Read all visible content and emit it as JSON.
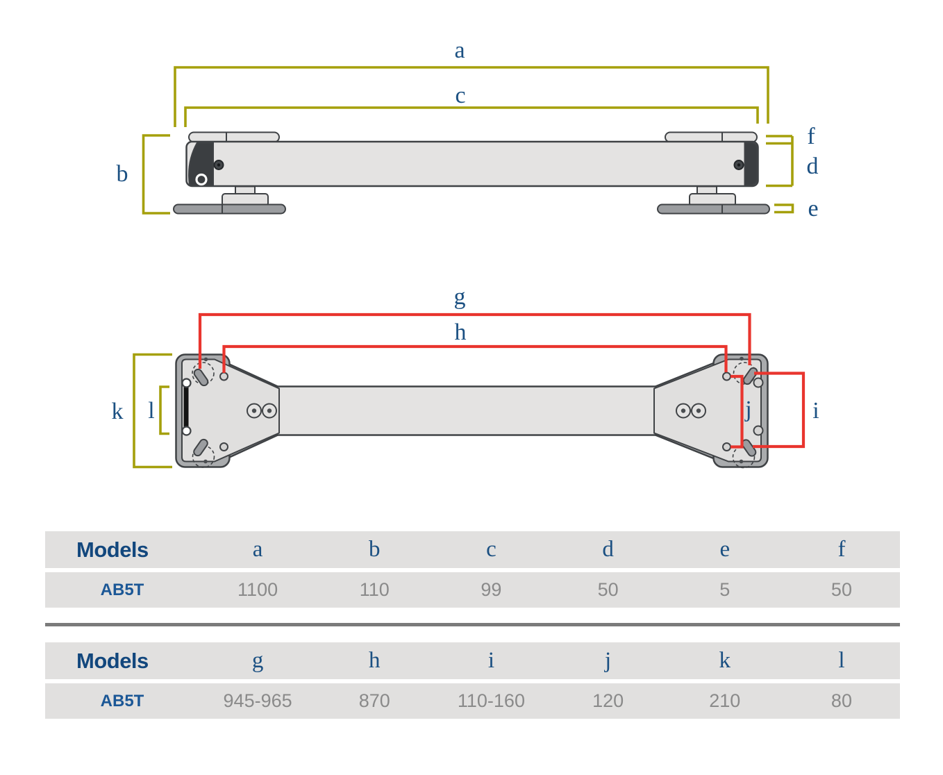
{
  "colors": {
    "canvas_bg": "#ffffff",
    "dim_olive": "#a5a00c",
    "dim_red": "#e9352e",
    "label_blue": "#1b5082",
    "models_navy": "#12477d",
    "model_blue": "#1b5796",
    "value_gray": "#8a8a8a",
    "row_bg": "#e1e0df",
    "outline": "#3f4245",
    "beam_fill": "#e4e3e2",
    "face_fill": "#e0dfde",
    "plate_gray": "#a9abad",
    "pad_gray": "#9b9da0",
    "cap_dark": "#3b3e41",
    "divider": "#7b7b7b"
  },
  "side_view": {
    "dim_labels": {
      "a": "a",
      "b": "b",
      "c": "c",
      "d": "d",
      "e": "e",
      "f": "f"
    }
  },
  "top_view": {
    "dim_labels": {
      "g": "g",
      "h": "h",
      "i": "i",
      "j": "j",
      "k": "k",
      "l": "l"
    }
  },
  "tables": [
    {
      "header_model_label": "Models",
      "columns": [
        "a",
        "b",
        "c",
        "d",
        "e",
        "f"
      ],
      "rows": [
        {
          "model": "AB5T",
          "values": [
            "1100",
            "110",
            "99",
            "50",
            "5",
            "50"
          ]
        }
      ]
    },
    {
      "header_model_label": "Models",
      "columns": [
        "g",
        "h",
        "i",
        "j",
        "k",
        "l"
      ],
      "rows": [
        {
          "model": "AB5T",
          "values": [
            "945-965",
            "870",
            "110-160",
            "120",
            "210",
            "80"
          ]
        }
      ]
    }
  ]
}
